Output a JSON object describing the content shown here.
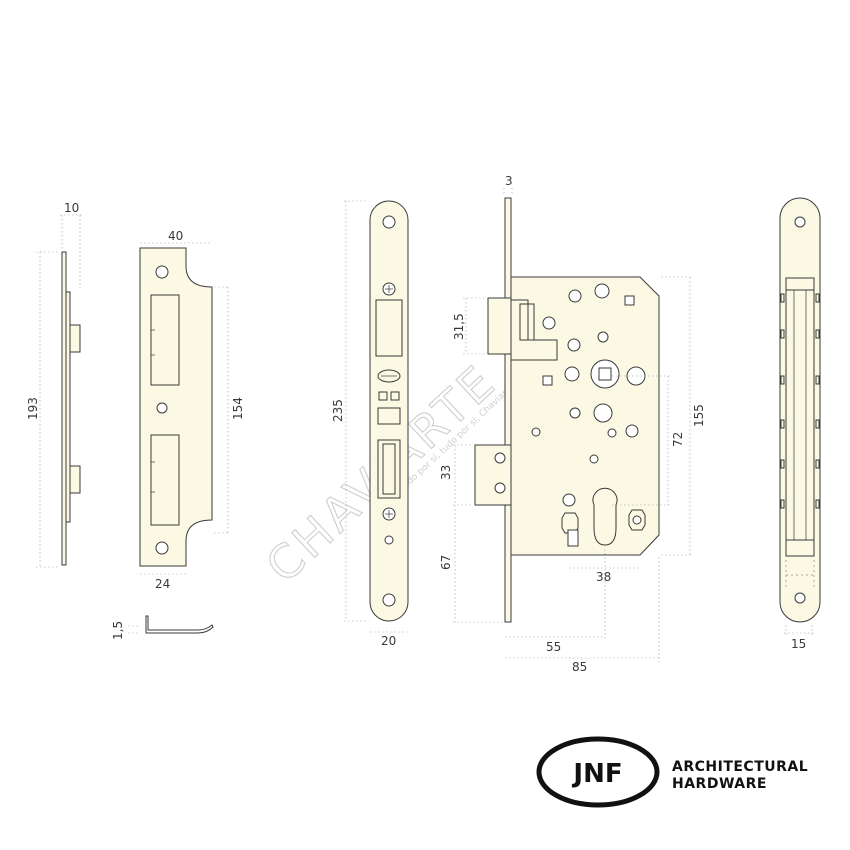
{
  "dimensions": {
    "strike_thickness": "10",
    "strike_height": "193",
    "strike_material": "1,5",
    "strike_width": "40",
    "strike_inner_height": "154",
    "strike_bottom_width": "24",
    "faceplate_height": "235",
    "faceplate_width": "20",
    "face_thickness": "3",
    "latch_height": "31,5",
    "deadbolt_offset": "33",
    "backset_bottom": "67",
    "center_distance": "72",
    "case_height": "155",
    "cylinder_width": "38",
    "backset": "55",
    "case_depth": "85",
    "cover_width": "15"
  },
  "watermark": {
    "text": "CHAVIARTE",
    "subtext": "Tudo por sí, tudo por si, Chaviarte"
  },
  "brand": {
    "logo": "JNF",
    "line1": "ARCHITECTURAL",
    "line2": "HARDWARE"
  }
}
